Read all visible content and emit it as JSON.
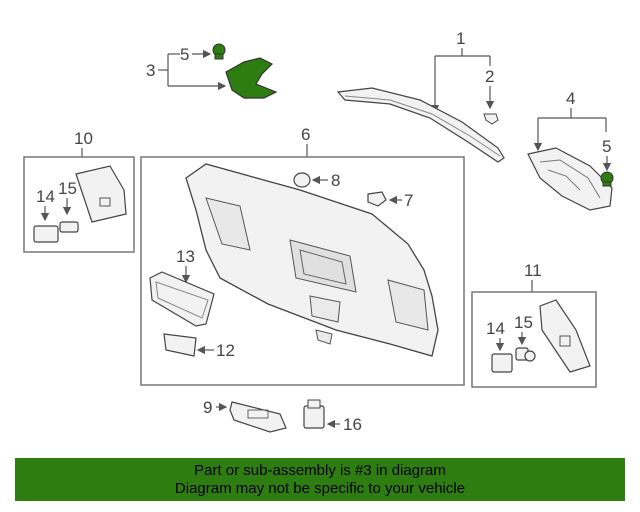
{
  "callouts": {
    "c1": "1",
    "c2": "2",
    "c3": "3",
    "c4": "4",
    "c5a": "5",
    "c5b": "5",
    "c6": "6",
    "c7": "7",
    "c8": "8",
    "c9": "9",
    "c10": "10",
    "c11": "11",
    "c12": "12",
    "c13": "13",
    "c14a": "14",
    "c14b": "14",
    "c15a": "15",
    "c15b": "15",
    "c16": "16"
  },
  "colors": {
    "highlight": "#2e7d11",
    "line": "#555555",
    "part": "#f2f2f2"
  },
  "banner": {
    "line1": "Part or sub-assembly is #3 in diagram",
    "line2": "Diagram may not be specific to your vehicle"
  }
}
